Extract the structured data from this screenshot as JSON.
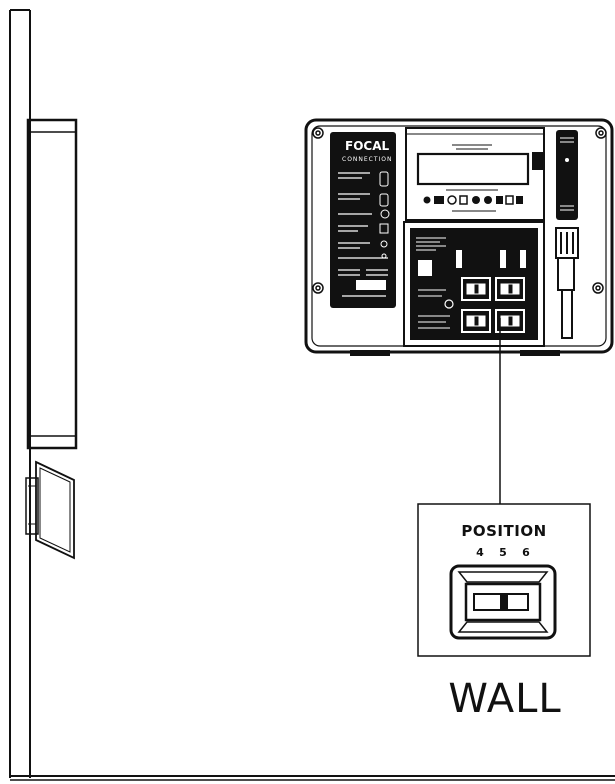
{
  "diagram": {
    "brand_label": "FOCAL",
    "panel_model": "CONNECTION",
    "position_title": "POSITION",
    "position_numbers": [
      "4",
      "5",
      "6"
    ],
    "selected_position": "5",
    "placement_label": "WALL"
  }
}
